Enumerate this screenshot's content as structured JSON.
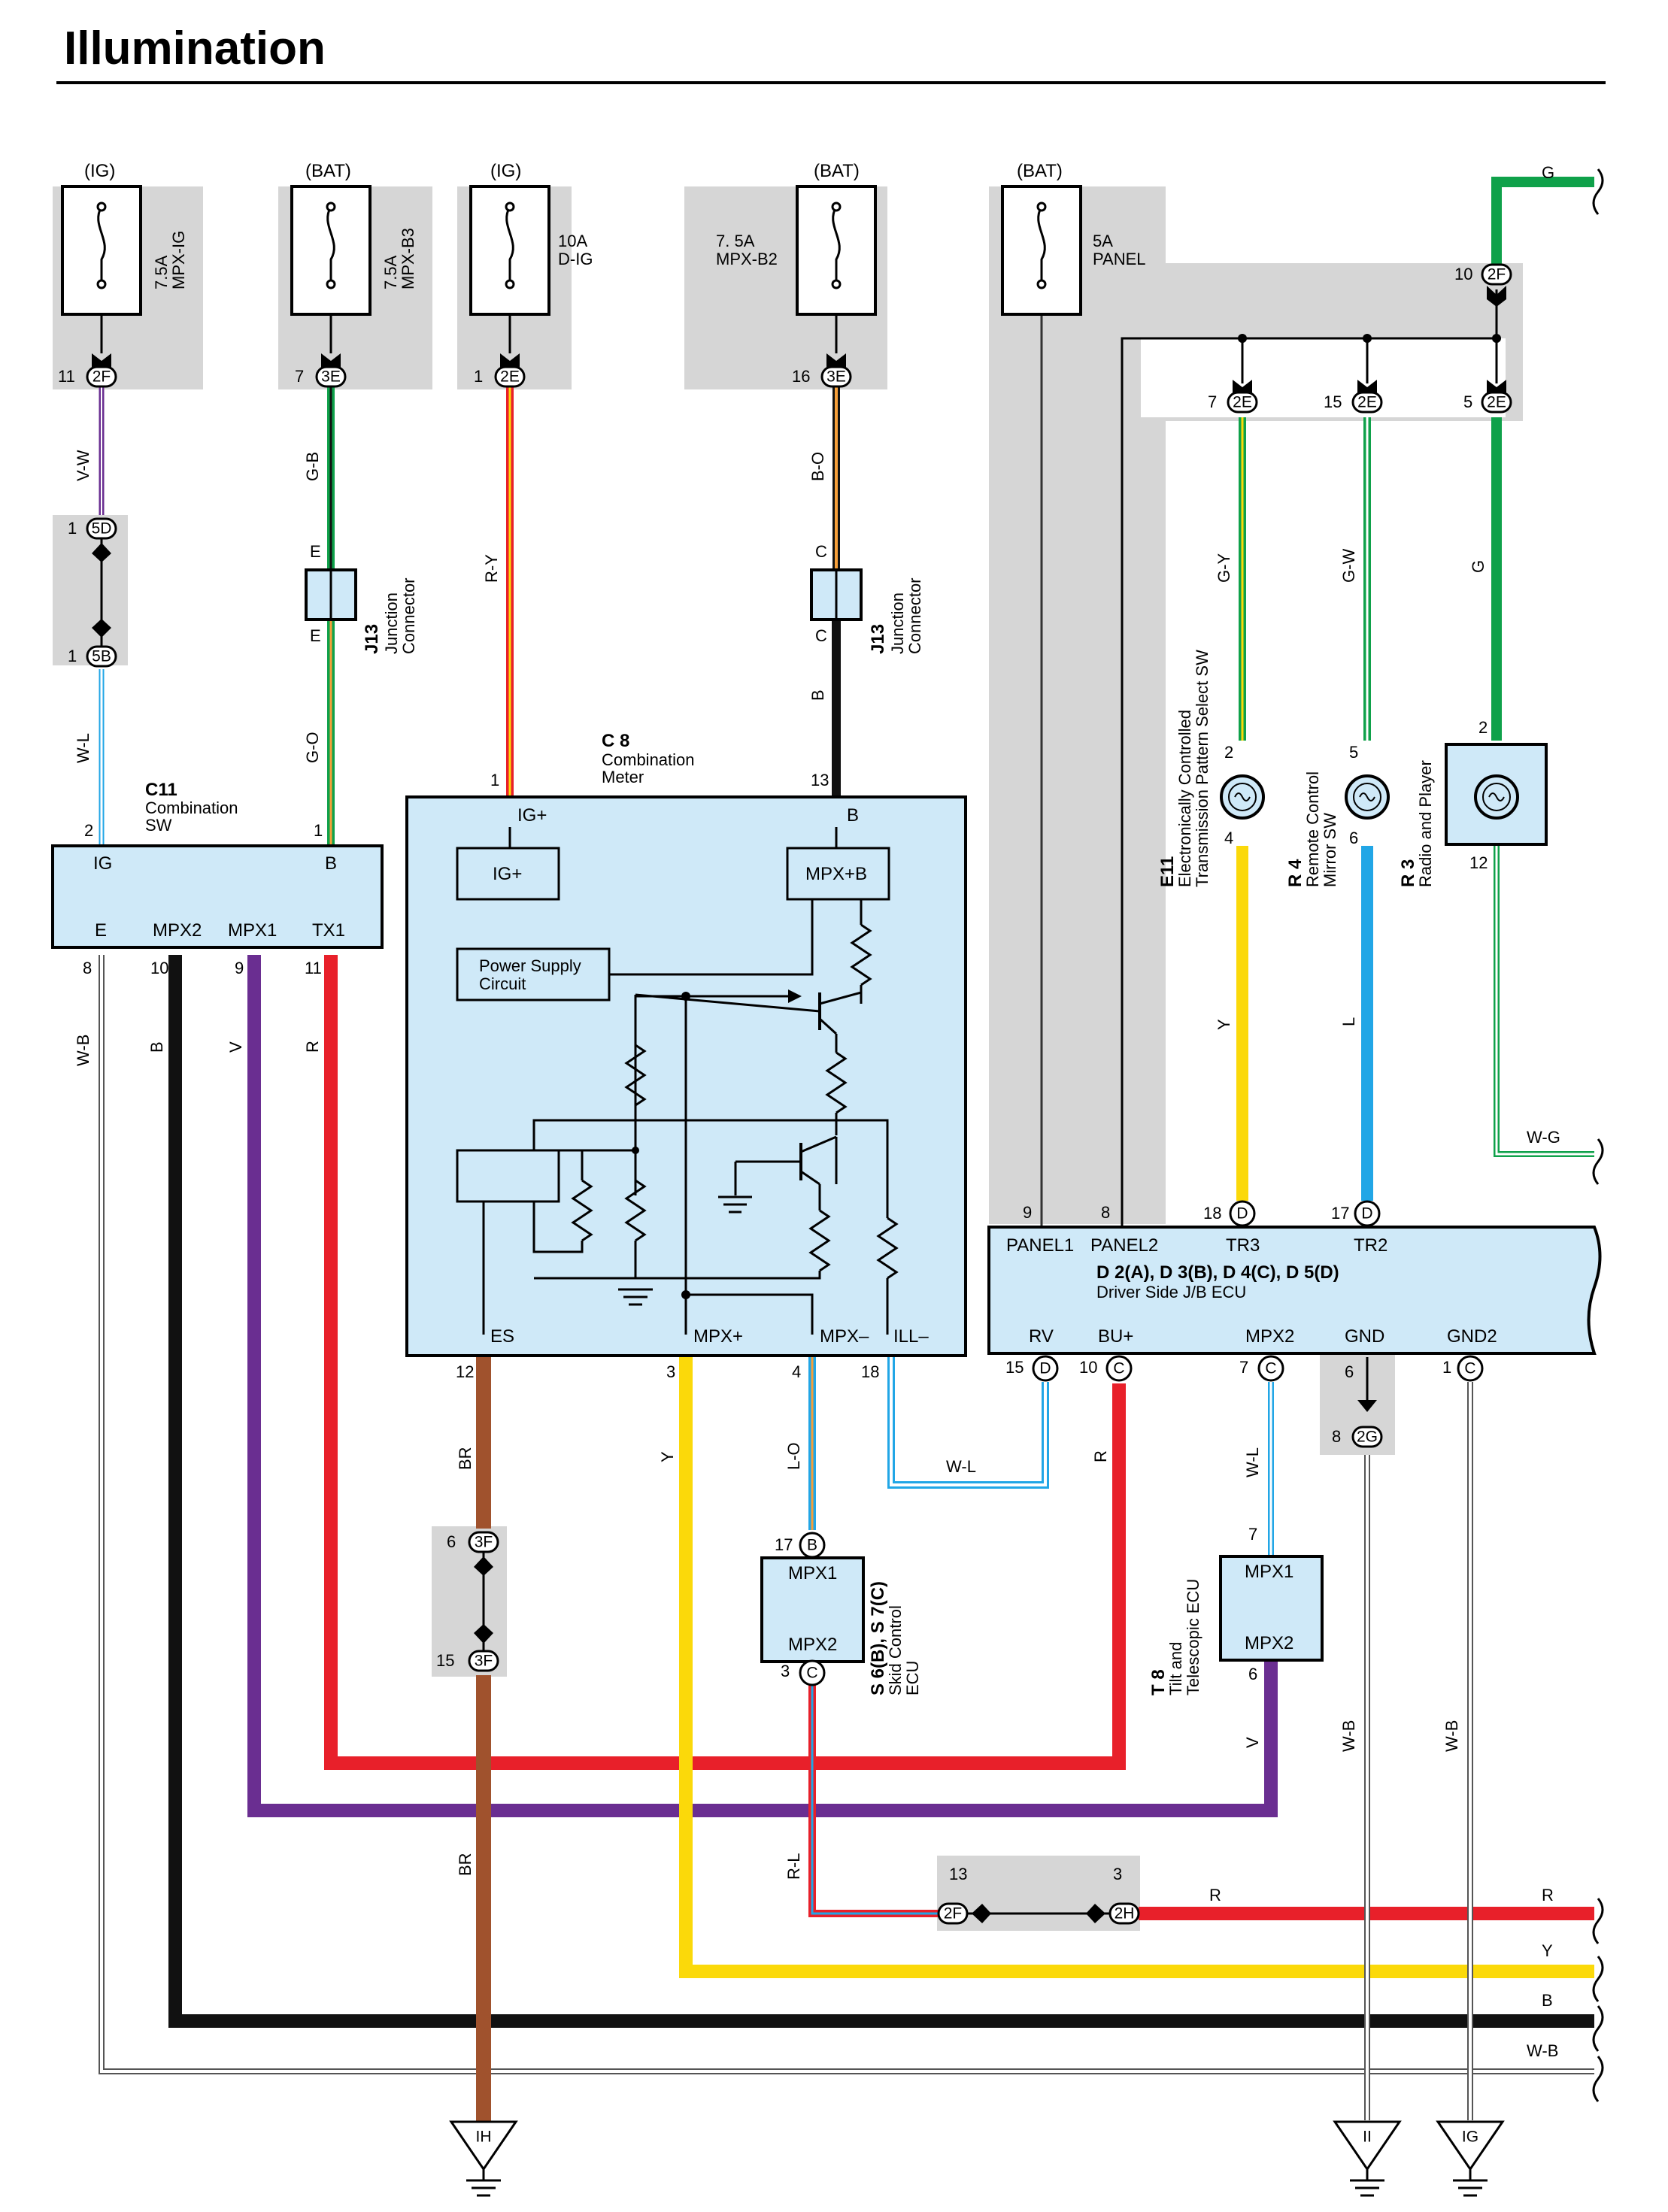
{
  "title": "Illumination",
  "fuses": [
    {
      "source": "(IG)",
      "rating": "7.5A",
      "name": "MPX-IG",
      "pin": "11",
      "conn": "2F"
    },
    {
      "source": "(BAT)",
      "rating": "7.5A",
      "name": "MPX-B3",
      "pin": "7",
      "conn": "3E"
    },
    {
      "source": "(IG)",
      "rating": "10A",
      "name": "D-IG",
      "pin": "1",
      "conn": "2E"
    },
    {
      "source": "(BAT)",
      "rating": "7. 5A",
      "name": "MPX-B2",
      "pin": "16",
      "conn": "3E"
    },
    {
      "source": "(BAT)",
      "rating": "5A",
      "name": "PANEL",
      "pin": "",
      "conn": ""
    }
  ],
  "wires": {
    "v_w": "V-W",
    "g_b": "G-B",
    "r_y": "R-Y",
    "b_o": "B-O",
    "w_l": "W-L",
    "g_o": "G-O",
    "b": "B",
    "g_y": "G-Y",
    "g_w": "G-W",
    "g": "G",
    "w_b": "W-B",
    "v": "V",
    "r": "R",
    "y": "Y",
    "l": "L",
    "br": "BR",
    "l_o": "L-O",
    "r_l": "R-L",
    "w_g": "W-G"
  },
  "connectors": {
    "c5d": {
      "pin": "1",
      "id": "5D"
    },
    "c5b": {
      "pin": "1",
      "id": "5B"
    },
    "c2f_top": {
      "pin": "10",
      "id": "2F"
    },
    "c2e_7": {
      "pin": "7",
      "id": "2E"
    },
    "c2e_15": {
      "pin": "15",
      "id": "2E"
    },
    "c2e_5": {
      "pin": "5",
      "id": "2E"
    },
    "c3f_top": {
      "pin": "6",
      "id": "3F"
    },
    "c3f_bot": {
      "pin": "15",
      "id": "3F"
    },
    "c2g_top": {
      "pin": "6",
      "id": ""
    },
    "c2g_bot": {
      "pin": "8",
      "id": "2G"
    },
    "c2f_bot": {
      "pin": "13",
      "id": "2F"
    },
    "c2h": {
      "pin": "3",
      "id": "2H"
    }
  },
  "junctions": [
    {
      "code": "J13",
      "name": "Junction",
      "sub": "Connector",
      "top": "E",
      "bot": "E"
    },
    {
      "code": "J13",
      "name": "Junction",
      "sub": "Connector",
      "top": "C",
      "bot": "C"
    }
  ],
  "c11": {
    "code": "C11",
    "name": "Combination",
    "sub": "SW",
    "pin_ig": "2",
    "pin_b": "1",
    "t_ig": "IG",
    "t_b": "B",
    "t_e": "E",
    "t_mpx2": "MPX2",
    "t_mpx1": "MPX1",
    "t_tx1": "TX1",
    "p8": "8",
    "p10": "10",
    "p9": "9",
    "p11": "11"
  },
  "c8": {
    "code": "C 8",
    "name": "Combination",
    "sub": "Meter",
    "pin1": "1",
    "pin13": "13",
    "t_igp": "IG+",
    "t_b": "B",
    "igbox": "IG+",
    "mpxb": "MPX+B",
    "psc1": "Power Supply",
    "psc2": "Circuit",
    "t_es": "ES",
    "t_mpxp": "MPX+",
    "t_mpxm": "MPX–",
    "t_ill": "ILL–",
    "p12": "12",
    "p3": "3",
    "p4": "4",
    "p18": "18"
  },
  "ecu": {
    "title": "D 2(A), D 3(B), D 4(C), D 5(D)",
    "name": "Driver Side J/B ECU",
    "t_panel1": "PANEL1",
    "t_panel2": "PANEL2",
    "t_tr3": "TR3",
    "t_tr2": "TR2",
    "t_rv": "RV",
    "t_bu": "BU+",
    "t_mpx2": "MPX2",
    "t_gnd": "GND",
    "t_gnd2": "GND2",
    "p9": "9",
    "p8": "8",
    "p18": "18",
    "c18": "D",
    "p17": "17",
    "c17": "D",
    "p15": "15",
    "c15": "D",
    "p10": "10",
    "c10": "C",
    "p7": "7",
    "c7": "C",
    "p1": "1",
    "c1": "C"
  },
  "e11": {
    "code": "E11",
    "line1": "Electronically Controlled",
    "line2": "Transmission Pattern Select SW",
    "p2": "2",
    "p4": "4"
  },
  "r4": {
    "code": "R 4",
    "line1": "Remote Control",
    "line2": "Mirror SW",
    "p5": "5",
    "p6": "6"
  },
  "r3": {
    "code": "R 3",
    "line1": "Radio and Player",
    "p2": "2",
    "p12": "12"
  },
  "s6": {
    "code": "S 6(B), S 7(C)",
    "line1": "Skid Control",
    "line2": "ECU",
    "t1": "MPX1",
    "t2": "MPX2",
    "p17": "17",
    "c17": "B",
    "p3": "3",
    "c3": "C"
  },
  "t8": {
    "code": "T 8",
    "line1": "Tilt and",
    "line2": "Telescopic ECU",
    "t1": "MPX1",
    "t2": "MPX2",
    "p7": "7",
    "p6": "6"
  },
  "grounds": [
    {
      "label": "IH"
    },
    {
      "label": "II"
    },
    {
      "label": "IG"
    }
  ],
  "colors": {
    "green": "#0fa14a",
    "red": "#e8202a",
    "yellow": "#fbd90a",
    "purple": "#6a2e91",
    "black": "#111111",
    "brown": "#a0522d",
    "blue": "#21a6e6",
    "orange": "#f7a03a",
    "light_blue": "#cfe9f8",
    "gray": "#d6d6d6"
  }
}
